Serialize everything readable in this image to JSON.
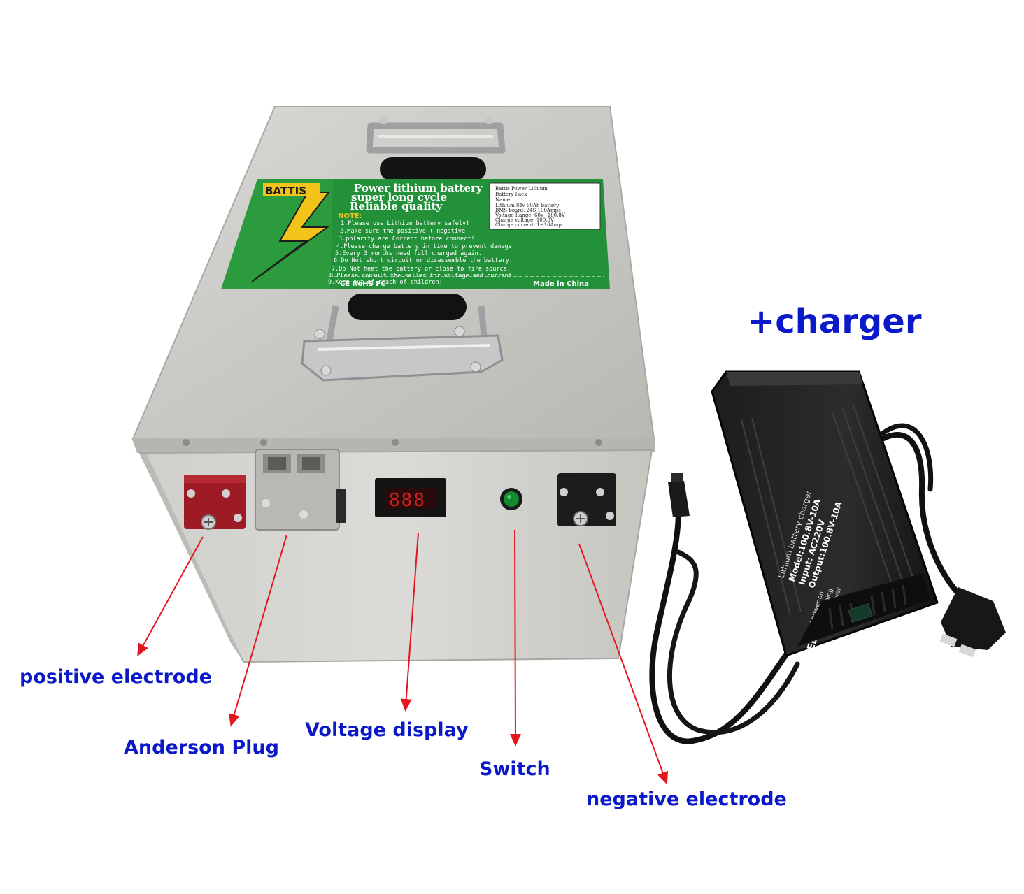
{
  "callouts": {
    "charger": "+charger",
    "positive": "positive electrode",
    "anderson": "Anderson Plug",
    "voltage": "Voltage display",
    "switch": "Switch",
    "negative": "negative electrode"
  },
  "label": {
    "brand": "BATTIS",
    "headline": [
      "Power lithium battery",
      "super long cycle",
      "Reliable quality"
    ],
    "note_title": "NOTE:",
    "notes": [
      "1.Please use Lithium battery safely!",
      "2.Make sure the positive + negative -",
      "3.polarity are Correct before connect!",
      "4.Please charge battery in time to prevent damage",
      "5.Every 3 months need full charged again.",
      "6.Do Not short circuit or disassemble the battery.",
      "7.Do Not heat the battery or close to fire source.",
      "8.Please consult the seller for voltage and current.",
      "9.Keep out of reach of children!"
    ],
    "spec": [
      "Battis Power Lithium",
      "Battery Pack",
      "Name:",
      "Lithium 84v 60Ah battery",
      "BMS board: 24S 100Amps",
      "Voltage Range: 60v~100.8V",
      "Charge voltage: 100.8V",
      "Charge current: 1~10Amp"
    ],
    "certs": "CE  RoHS  FC",
    "made_in": "Made in China"
  },
  "display": {
    "reading": "888"
  },
  "charger_label": {
    "title": "Lithium battery charger",
    "lines": [
      "Model:100.8V-10A",
      "Input: AC220V",
      "Output:100.8V-10A"
    ],
    "led": "LED",
    "led_lines": [
      "Red power on",
      "Yellow charging",
      "Green full power"
    ]
  },
  "colors": {
    "callout_text": "#0b19c8",
    "arrow": "#e5171e",
    "label_green": "#23913a",
    "bolt_yellow": "#f2c318"
  }
}
